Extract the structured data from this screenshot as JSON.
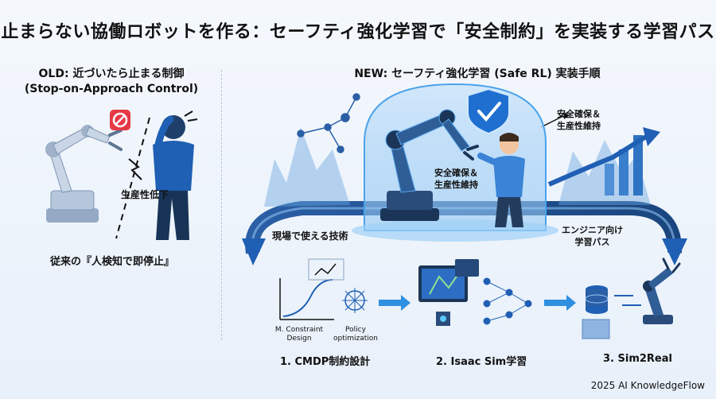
{
  "title": "止まらない協働ロボットを作る：セーフティ強化学習で「安全制約」を実装する学習パス",
  "old": {
    "heading_line1": "OLD: 近づいたら止まる制御",
    "heading_line2": "(Stop-on-Approach Control)",
    "productivity_label": "生産性低下",
    "caption": "従来の『人検知で即停止』"
  },
  "new": {
    "heading": "NEW: セーフティ強化学習 (Safe RL) 実装手順",
    "dome_label_line1": "安全確保＆",
    "dome_label_line2": "生産性維持",
    "top_right_line1": "安全確保＆",
    "top_right_line2": "生産性維持",
    "practical_label": "現場で使える技術",
    "engineer_line1": "エンジニア向け",
    "engineer_line2": "学習パス",
    "constraint_line1": "M. Constraint",
    "constraint_line2": "Design",
    "policy_line1": "Policy",
    "policy_line2": "optimization",
    "steps": [
      "1. CMDP制約設計",
      "2. Isaac Sim学習",
      "3. Sim2Real"
    ]
  },
  "footer": "2025 AI KnowledgeFlow",
  "colors": {
    "primary": "#1f5fb4",
    "dark": "#1b3558",
    "accent": "#2f8fe0",
    "warning": "#e63946"
  }
}
